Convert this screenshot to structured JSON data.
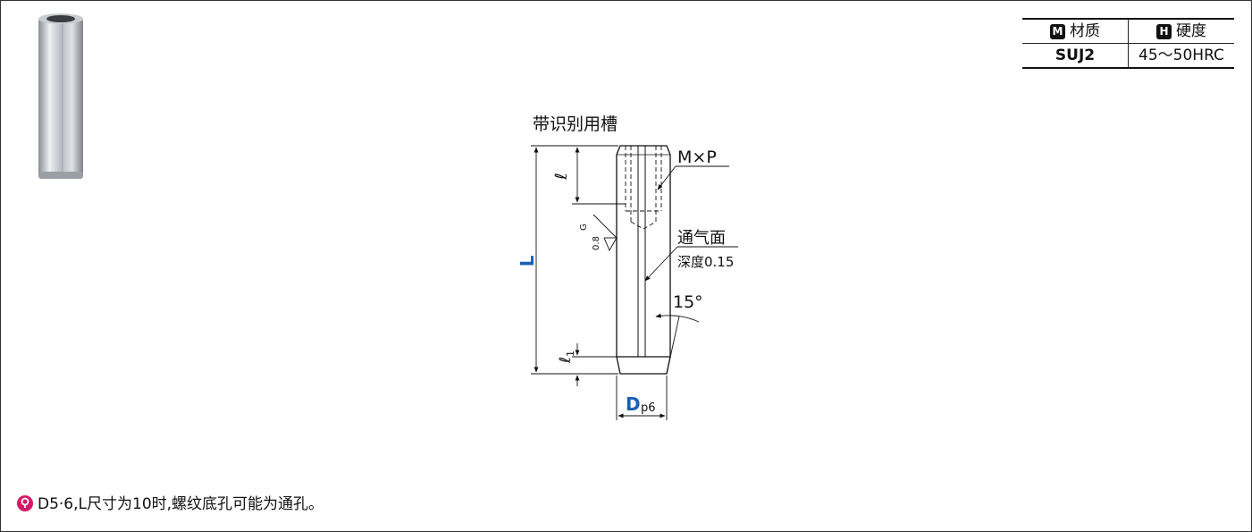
{
  "spec_table": {
    "material_badge": "M",
    "material_header": "材质",
    "hardness_badge": "H",
    "hardness_header": "硬度",
    "material_value": "SUJ2",
    "hardness_value": "45～50HRC"
  },
  "drawing": {
    "title": "带识别用槽",
    "thread_label": "M×P",
    "vent_label": "通气面",
    "vent_depth": "深度0.15",
    "angle_label": "15°",
    "length_label": "L",
    "thread_length_label": "ℓ",
    "chamfer_length_label": "ℓ",
    "chamfer_length_sub": "1",
    "diameter_label": "D",
    "diameter_tolerance": "p6",
    "finish_grade": "G",
    "finish_value": "0.8"
  },
  "footnote": {
    "text": "D5·6,L尺寸为10时,螺纹底孔可能为通孔。"
  },
  "colors": {
    "dimension_blue": "#1a5fb4",
    "note_icon": "#d6186b",
    "outline": "#111111"
  }
}
